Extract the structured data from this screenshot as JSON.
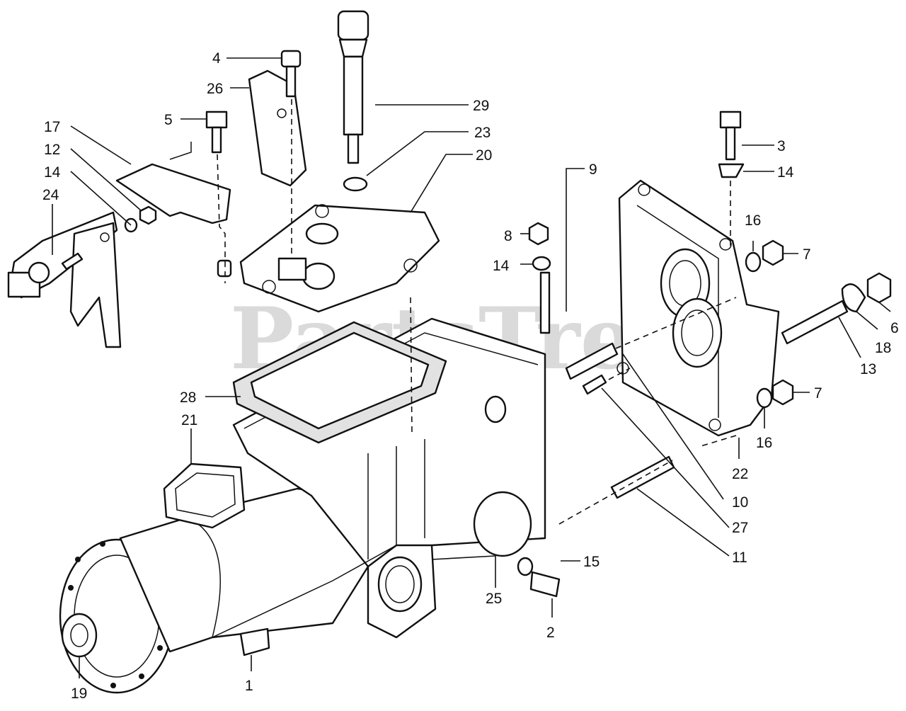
{
  "watermark": "PartsTree",
  "callouts": [
    {
      "id": "1",
      "label": "1"
    },
    {
      "id": "2",
      "label": "2"
    },
    {
      "id": "3",
      "label": "3"
    },
    {
      "id": "4",
      "label": "4"
    },
    {
      "id": "5",
      "label": "5"
    },
    {
      "id": "6",
      "label": "6"
    },
    {
      "id": "7a",
      "label": "7"
    },
    {
      "id": "7b",
      "label": "7"
    },
    {
      "id": "8",
      "label": "8"
    },
    {
      "id": "9",
      "label": "9"
    },
    {
      "id": "10",
      "label": "10"
    },
    {
      "id": "11",
      "label": "11"
    },
    {
      "id": "12",
      "label": "12"
    },
    {
      "id": "13",
      "label": "13"
    },
    {
      "id": "14a",
      "label": "14"
    },
    {
      "id": "14b",
      "label": "14"
    },
    {
      "id": "14c",
      "label": "14"
    },
    {
      "id": "15",
      "label": "15"
    },
    {
      "id": "16a",
      "label": "16"
    },
    {
      "id": "16b",
      "label": "16"
    },
    {
      "id": "17",
      "label": "17"
    },
    {
      "id": "18",
      "label": "18"
    },
    {
      "id": "19",
      "label": "19"
    },
    {
      "id": "20",
      "label": "20"
    },
    {
      "id": "21",
      "label": "21"
    },
    {
      "id": "22",
      "label": "22"
    },
    {
      "id": "23",
      "label": "23"
    },
    {
      "id": "24",
      "label": "24"
    },
    {
      "id": "25",
      "label": "25"
    },
    {
      "id": "26",
      "label": "26"
    },
    {
      "id": "27",
      "label": "27"
    },
    {
      "id": "28",
      "label": "28"
    },
    {
      "id": "29",
      "label": "29"
    }
  ]
}
